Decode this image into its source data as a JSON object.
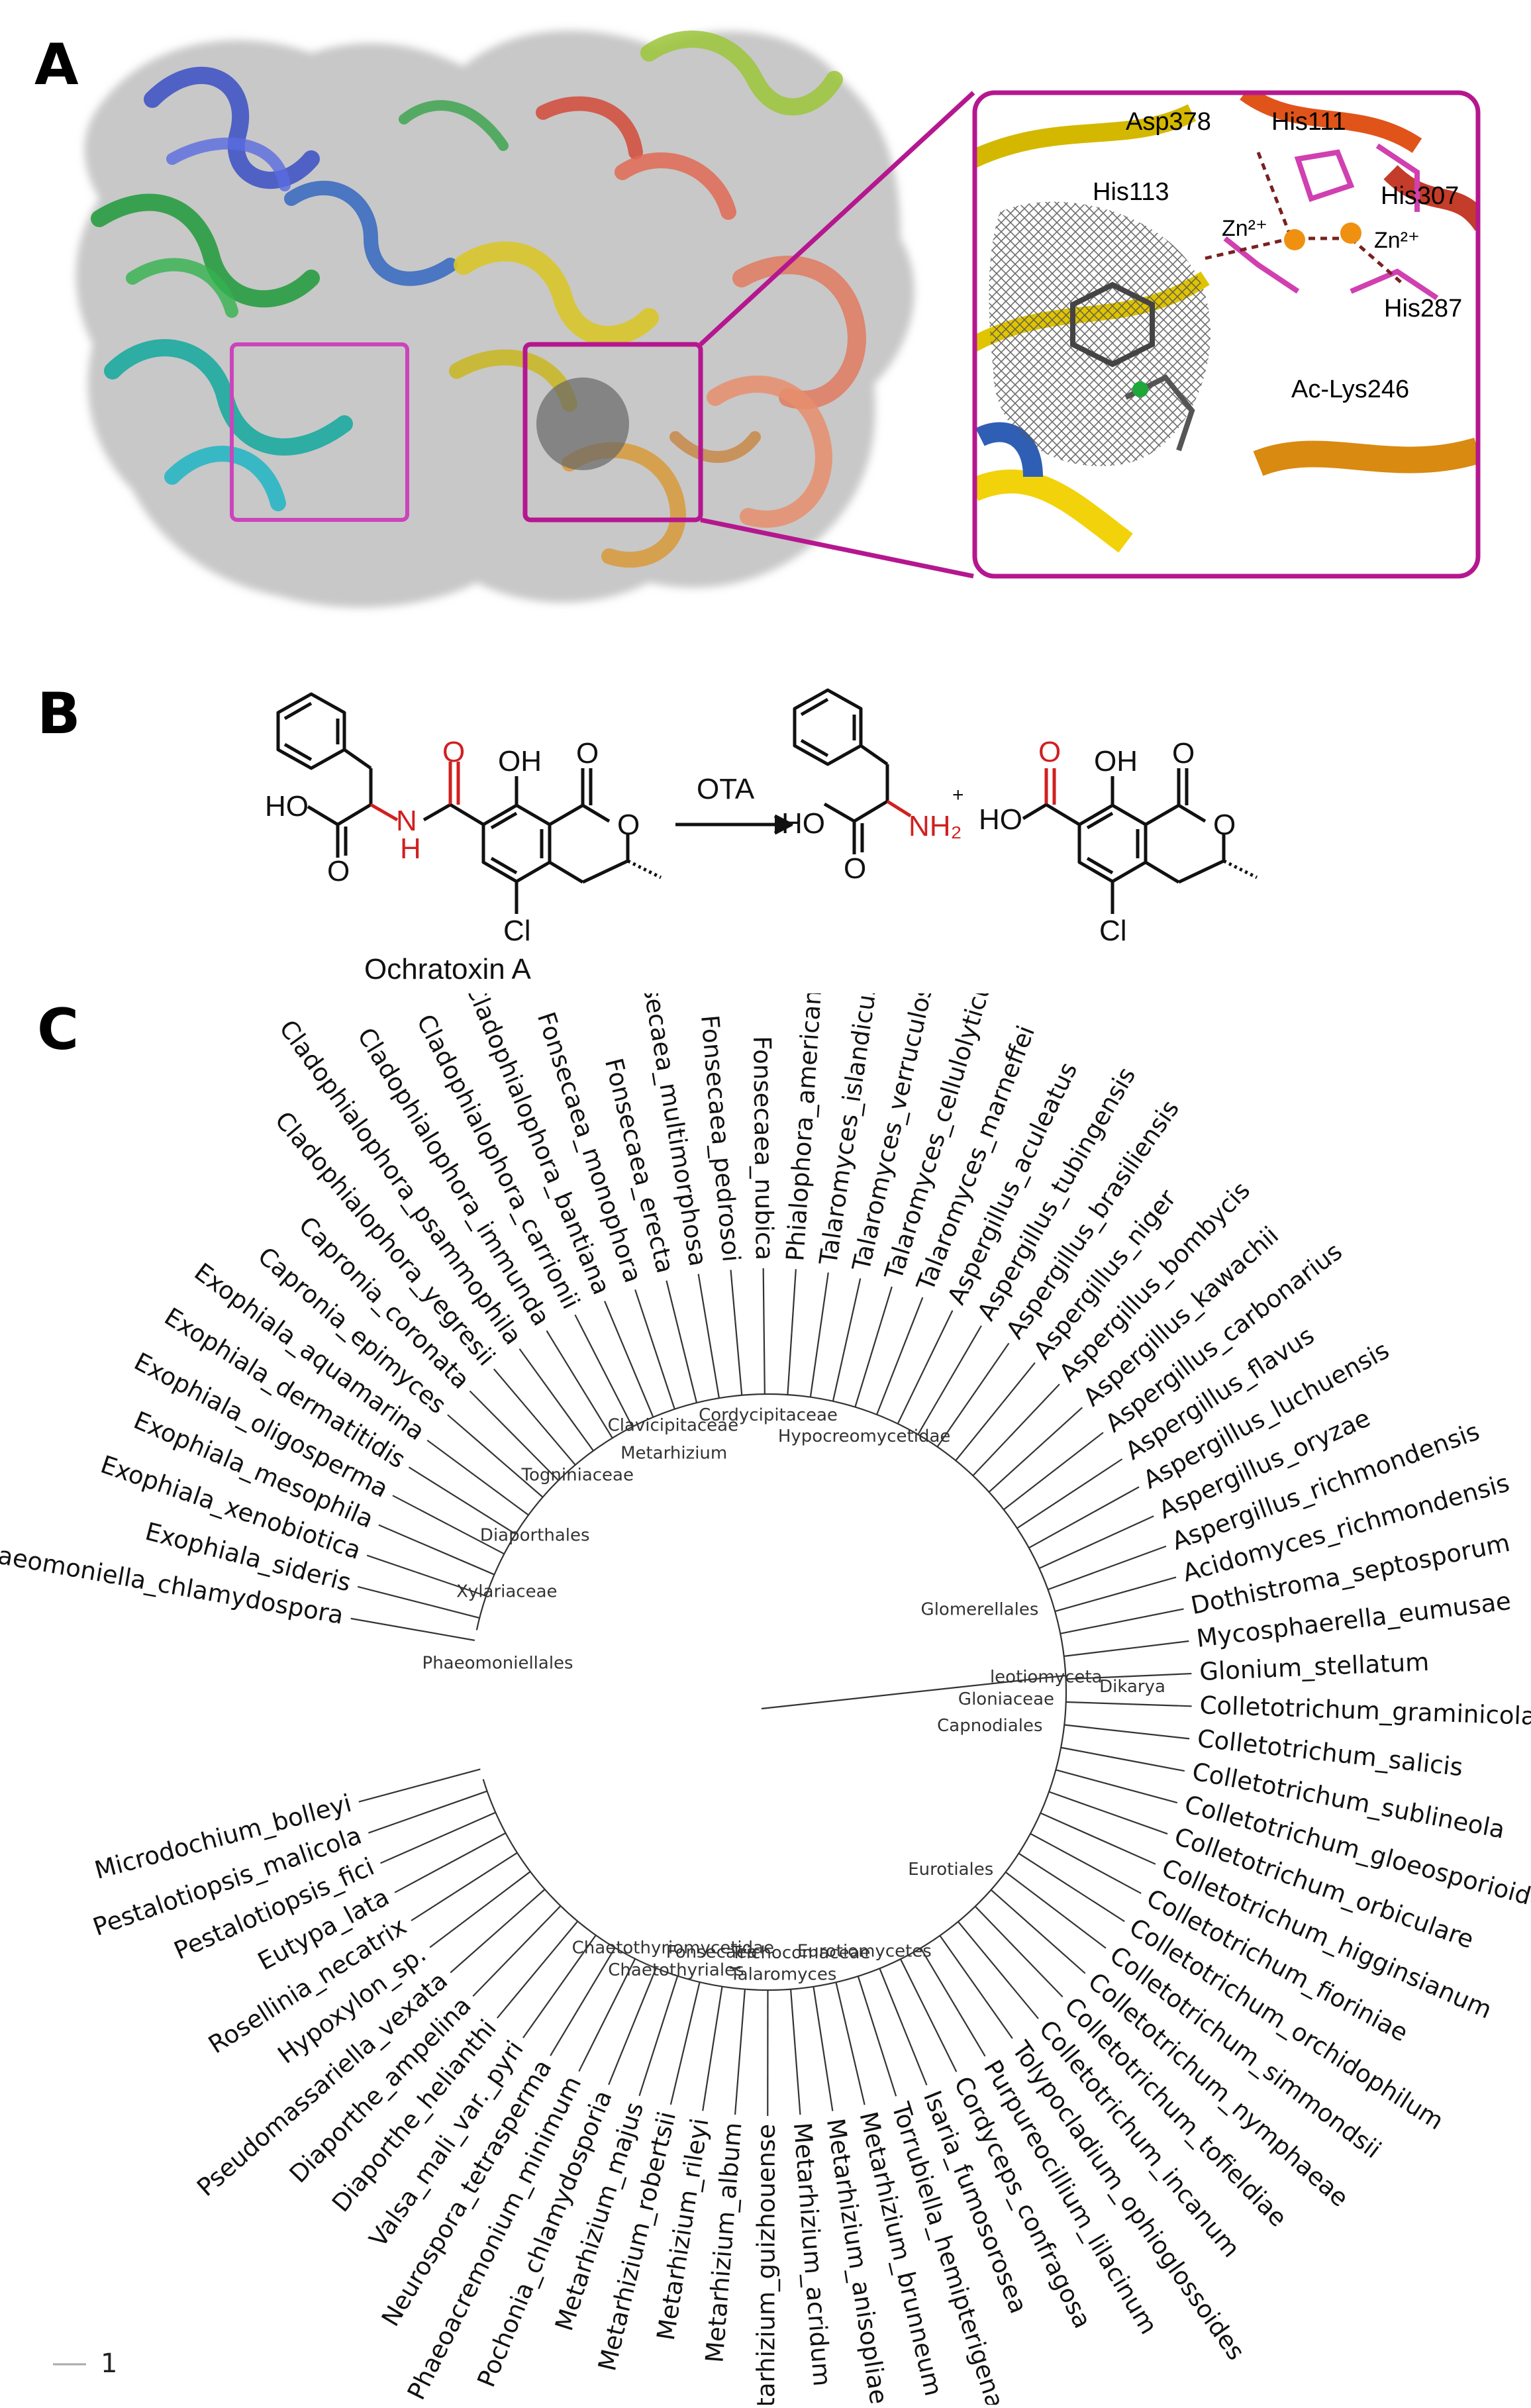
{
  "panels": {
    "a": {
      "label": "A"
    },
    "b": {
      "label": "B"
    },
    "c": {
      "label": "C"
    }
  },
  "structure_inset": {
    "residues": [
      "Asp378",
      "His111",
      "His113",
      "His307",
      "His287",
      "Ac-Lys246"
    ],
    "metal_ions": [
      "Zn²⁺",
      "Zn²⁺"
    ]
  },
  "reaction": {
    "substrate_name": "Ochratoxin A",
    "enzyme": "OTA",
    "plus": "+",
    "atoms": {
      "OH": "OH",
      "HO": "HO",
      "O": "O",
      "N": "N",
      "H": "H",
      "Cl": "Cl",
      "NH2": "NH₂"
    }
  },
  "tree": {
    "scale_bar_label": "1",
    "colors": {
      "branch": "#333333",
      "clade_label": "#333333",
      "leaf": "#111111"
    },
    "leaves": [
      "Phaeomoniella_chlamydospora",
      "Exophiala_sideris",
      "Exophiala_xenobiotica",
      "Exophiala_mesophila",
      "Exophiala_oligosperma",
      "Exophiala_dermatitidis",
      "Exophiala_aquamarina",
      "Capronia_epimyces",
      "Capronia_coronata",
      "Cladophialophora_yegresii",
      "Cladophialophora_psammophila",
      "Cladophialophora_immunda",
      "Cladophialophora_carrionii",
      "Cladophialophora_bantiana",
      "Fonsecaea_monophora",
      "Fonsecaea_erecta",
      "Fonsecaea_multimorphosa",
      "Fonsecaea_pedrosoi",
      "Fonsecaea_nubica",
      "Phialophora_americana",
      "Talaromyces_islandicus",
      "Talaromyces_verruculosus",
      "Talaromyces_cellulolyticus",
      "Talaromyces_marneffei",
      "Aspergillus_aculeatus",
      "Aspergillus_tubingensis",
      "Aspergillus_brasiliensis",
      "Aspergillus_niger",
      "Aspergillus_bombycis",
      "Aspergillus_kawachii",
      "Aspergillus_carbonarius",
      "Aspergillus_flavus",
      "Aspergillus_luchuensis",
      "Aspergillus_oryzae",
      "Aspergillus_richmondensis",
      "Acidomyces_richmondensis",
      "Dothistroma_septosporum",
      "Mycosphaerella_eumusae",
      "Glonium_stellatum",
      "Colletotrichum_graminicola",
      "Colletotrichum_salicis",
      "Colletotrichum_sublineola",
      "Colletotrichum_gloeosporioides",
      "Colletotrichum_orbiculare",
      "Colletotrichum_higginsianum",
      "Colletotrichum_fioriniae",
      "Colletotrichum_orchidophilum",
      "Colletotrichum_simmondsii",
      "Colletotrichum_nymphaeae",
      "Colletotrichum_tofieldiae",
      "Colletotrichum_incanum",
      "Tolypocladium_ophioglossoides",
      "Purpureocillium_lilacinum",
      "Cordyceps_confragosa",
      "Isaria_fumosorosea",
      "Torrubiella_hemipterigena",
      "Metarhizium_brunneum",
      "Metarhizium_anisopliae",
      "Metarhizium_acridum",
      "Metarhizium_guizhouense",
      "Metarhizium_album",
      "Metarhizium_rileyi",
      "Metarhizium_robertsii",
      "Metarhizium_majus",
      "Pochonia_chlamydosporia",
      "Phaeoacremonium_minimum",
      "Neurospora_tetrasperma",
      "Valsa_mali_var._pyri",
      "Diaporthe_helianthi",
      "Diaporthe_ampelina",
      "Pseudomassariella_vexata",
      "Hypoxylon_sp.",
      "Rosellinia_necatrix",
      "Eutypa_lata",
      "Pestalotiopsis_fici",
      "Pestalotiopsis_malicola",
      "Microdochium_bolleyi"
    ],
    "clade_labels": [
      "Dikarya",
      "leotiomyceta",
      "Gloniaceae",
      "Capnodiales",
      "Eurotiales",
      "Eurotiomycetes",
      "Trichocomaceae",
      "Talaromyces",
      "Fonsecaea",
      "Chaetothyriomycetidae",
      "Chaetothyriales",
      "Phaeomoniellales",
      "Xylariaceae",
      "Diaporthales",
      "Togniniaceae",
      "Metarhizium",
      "Clavicipitaceae",
      "Cordycipitaceae",
      "Hypocreomycetidae",
      "Glomerellales"
    ]
  }
}
